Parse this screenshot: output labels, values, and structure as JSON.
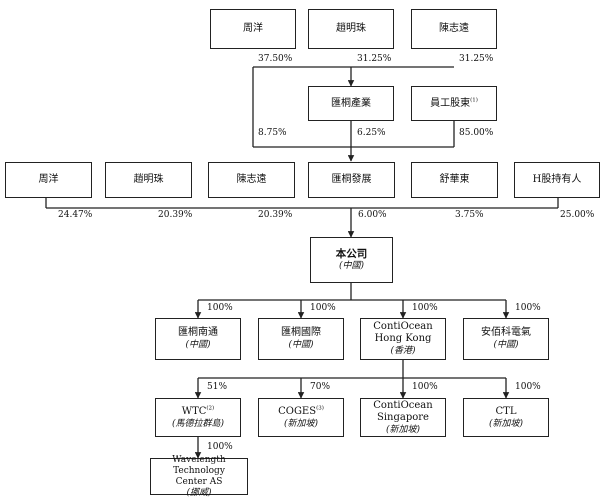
{
  "top_holders": {
    "zhou": "周洋",
    "zhao": "趙明珠",
    "chen": "陳志遠"
  },
  "mid_entities": {
    "huizhi_chanye": "匯桐產業",
    "employee_holders": "員工股東",
    "employee_note": "(1)"
  },
  "shareholders": {
    "zhou": "周洋",
    "zhao": "趙明珠",
    "chen": "陳志遠",
    "huizhi_fazhan": "匯桐發展",
    "shu": "舒華東",
    "h_holders": "H股持有人"
  },
  "company": {
    "name": "本公司",
    "loc": "(中國)"
  },
  "subsidiaries": {
    "nantong": {
      "name": "匯桐南通",
      "loc": "(中國)"
    },
    "guoji": {
      "name": "匯桐國際",
      "loc": "(中國)"
    },
    "contiocean_hk": {
      "name1": "ContiOcean",
      "name2": "Hong Kong",
      "loc": "(香港)"
    },
    "anbo": {
      "name": "安佰科電氣",
      "loc": "(中國)"
    }
  },
  "level3": {
    "wtc": {
      "name": "WTC",
      "note": "(2)",
      "loc": "(馬德拉群島)"
    },
    "coges": {
      "name": "COGES",
      "note": "(3)",
      "loc": "(新加坡)"
    },
    "contiocean_sg": {
      "name1": "ContiOcean",
      "name2": "Singapore",
      "loc": "(新加坡)"
    },
    "ctl": {
      "name": "CTL",
      "loc": "(新加坡)"
    }
  },
  "level4": {
    "wavelength": {
      "name1": "Wavelength Technology",
      "name2": "Center AS",
      "loc": "(挪威)"
    }
  },
  "percentages": {
    "zhou_to_chanye": "37.50%",
    "zhao_to_chanye": "31.25%",
    "chen_to_chanye": "31.25%",
    "zhou_to_fazhan": "8.75%",
    "chanye_to_fazhan": "6.25%",
    "employees_to_fazhan": "85.00%",
    "zhou_to_company": "24.47%",
    "zhao_to_company": "20.39%",
    "chen_to_company": "20.39%",
    "fazhan_to_company": "6.00%",
    "shu_to_company": "3.75%",
    "h_to_company": "25.00%",
    "nantong": "100%",
    "guoji": "100%",
    "contiocean_hk": "100%",
    "anbo": "100%",
    "wtc": "51%",
    "coges": "70%",
    "contiocean_sg": "100%",
    "ctl": "100%",
    "wavelength": "100%"
  },
  "colors": {
    "line": "#222222"
  }
}
